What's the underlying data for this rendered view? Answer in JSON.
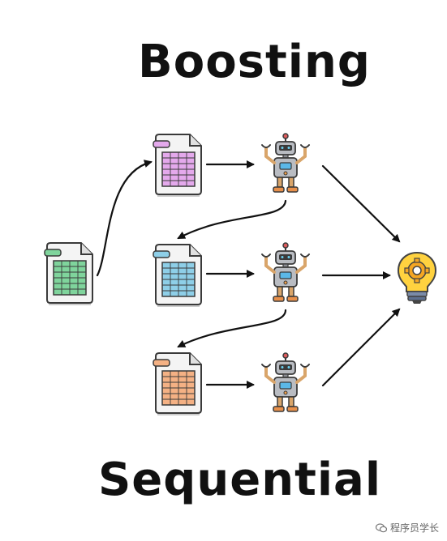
{
  "title": "Boosting",
  "subtitle": "Sequential",
  "watermark": {
    "text": "程序员学长",
    "icon": "wechat-icon"
  },
  "nodes": {
    "source_data": {
      "icon": "spreadsheet-document-icon",
      "color": "#7fd49c"
    },
    "datasets": [
      {
        "icon": "spreadsheet-document-icon",
        "color": "#e4a9ec"
      },
      {
        "icon": "spreadsheet-document-icon",
        "color": "#8ecfe8"
      },
      {
        "icon": "spreadsheet-document-icon",
        "color": "#f4b184"
      }
    ],
    "models": [
      {
        "icon": "robot-icon"
      },
      {
        "icon": "robot-icon"
      },
      {
        "icon": "robot-icon"
      }
    ],
    "output": {
      "icon": "lightbulb-gear-icon",
      "color": "#ffd23f"
    }
  }
}
